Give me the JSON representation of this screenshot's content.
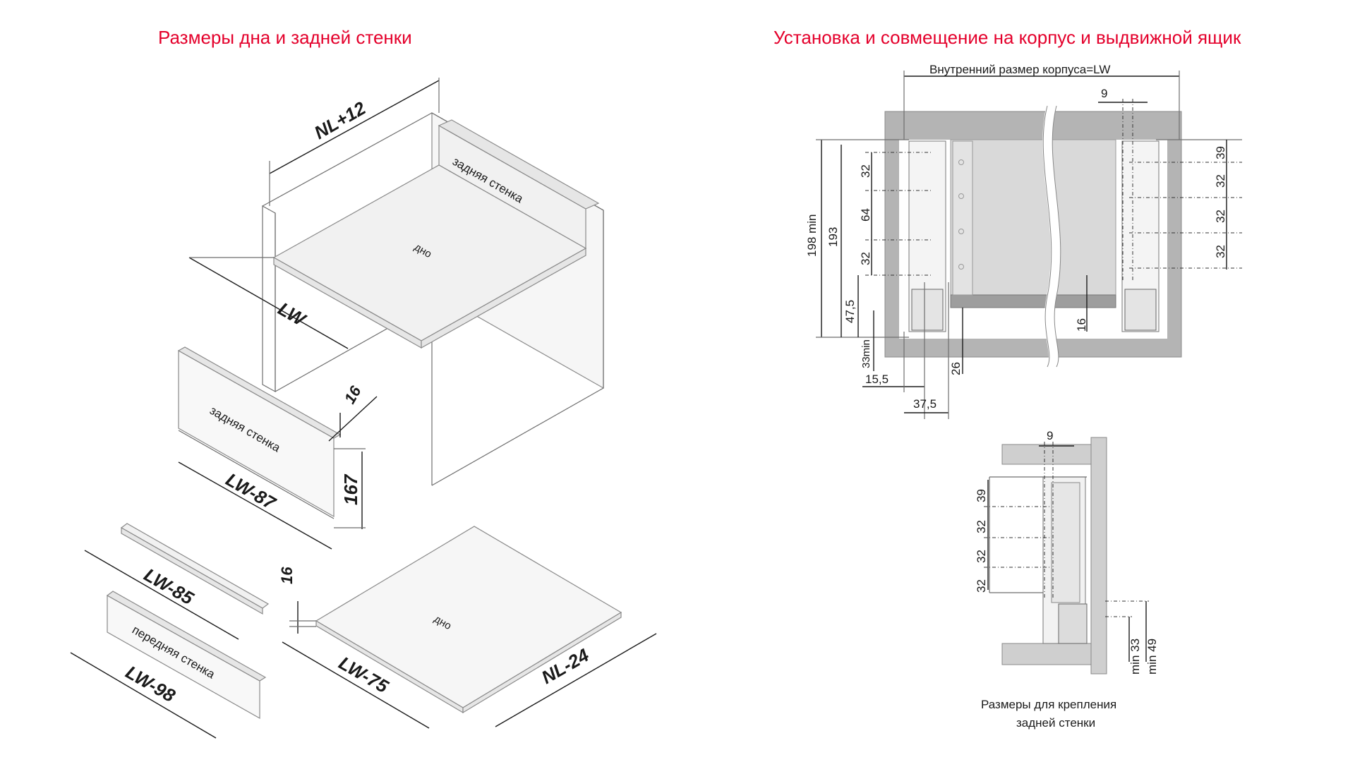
{
  "titles": {
    "left": "Размеры дна и задней стенки",
    "right": "Установка и совмещение на корпус и выдвижной ящик"
  },
  "left_diagram": {
    "nl12": "NL+12",
    "back_wall_label_top": "задняя стенка",
    "bottom_label_top": "дно",
    "lw": "LW",
    "back_wall_label": "задняя стенка",
    "lw87": "LW-87",
    "h16a": "16",
    "h167": "167",
    "lw85": "LW-85",
    "front_wall_label": "передняя стенка",
    "lw98": "LW-98",
    "h16b": "16",
    "bottom_label": "дно",
    "lw75": "LW-75",
    "nl24": "NL-24"
  },
  "right_top": {
    "inner_size": "Внутренний размер корпуса=LW",
    "d9": "9",
    "d198": "198 min",
    "d193": "193",
    "d32a": "32",
    "d64": "64",
    "d32b": "32",
    "d47": "47,5",
    "d33": "33min",
    "d155": "15,5",
    "d375": "37,5",
    "d26": "26",
    "d16": "16",
    "r39": "39",
    "r32a": "32",
    "r32b": "32",
    "r32c": "32"
  },
  "right_bottom": {
    "d9": "9",
    "d39": "39",
    "d32a": "32",
    "d32b": "32",
    "d32c": "32",
    "min33": "min 33",
    "min49": "min 49",
    "caption_line1": "Размеры для крепления",
    "caption_line2": "задней стенки"
  }
}
